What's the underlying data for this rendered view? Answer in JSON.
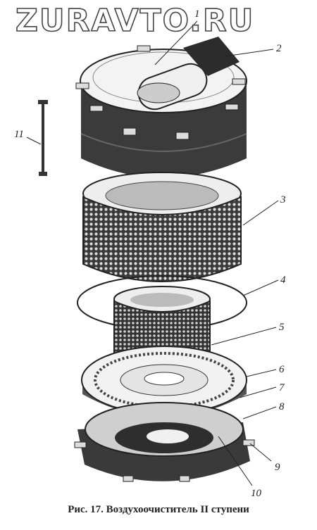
{
  "watermark": "ZURAVTO.RU",
  "caption": "Рис. 17. Воздухоочиститель II ступени",
  "labels": [
    "1",
    "2",
    "3",
    "4",
    "5",
    "6",
    "7",
    "8",
    "9",
    "10",
    "11"
  ],
  "colors": {
    "ink": "#222222",
    "dark": "#2a2a2a",
    "mid": "#6b6b6b",
    "light": "#d9d9d9"
  }
}
